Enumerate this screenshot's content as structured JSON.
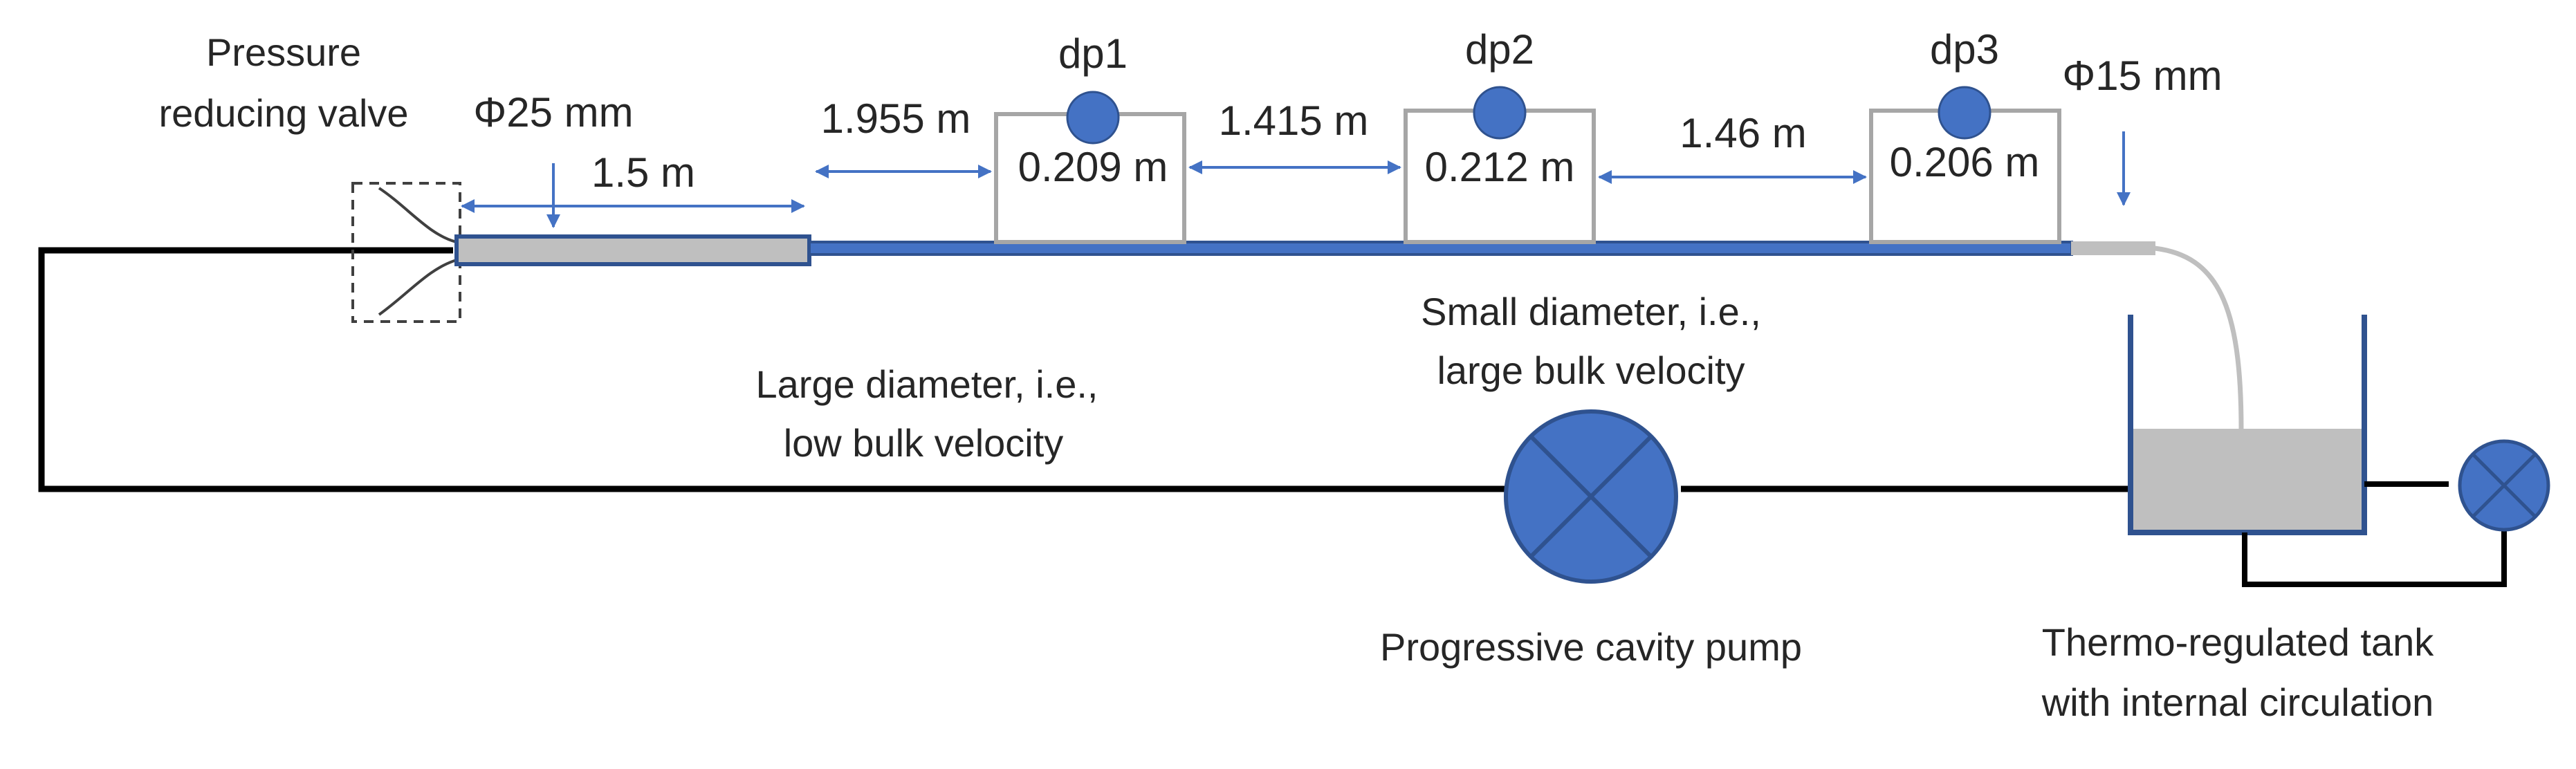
{
  "colors": {
    "pipe_blue": "#4472c4",
    "outline_blue": "#2f528f",
    "pipe_gray": "#bfbfbf",
    "line_black": "#000000",
    "box_gray": "#a6a6a6",
    "text": "#262626"
  },
  "icons": {
    "pump": "circle-with-x-icon",
    "sensor": "filled-circle-icon",
    "valve": "nozzle-icon",
    "arrow": "double-headed-arrow-icon"
  },
  "labels": {
    "valve_line1": "Pressure",
    "valve_line2": "reducing valve",
    "large_pipe_diameter": "Φ25 mm",
    "small_pipe_diameter": "Φ15 mm",
    "large_section_length": "1.5 m",
    "entrance_length": "1.955 m",
    "gap_1_2": "1.415 m",
    "gap_2_3": "1.46 m",
    "large_note_line1": "Large diameter, i.e.,",
    "large_note_line2": "low bulk velocity",
    "small_note_line1": "Small diameter, i.e.,",
    "small_note_line2": "large bulk velocity",
    "pump": "Progressive cavity pump",
    "tank_line1": "Thermo-regulated tank",
    "tank_line2": "with internal circulation"
  },
  "sensors": [
    {
      "name": "dp1",
      "span": "0.209 m"
    },
    {
      "name": "dp2",
      "span": "0.212 m"
    },
    {
      "name": "dp3",
      "span": "0.206 m"
    }
  ]
}
